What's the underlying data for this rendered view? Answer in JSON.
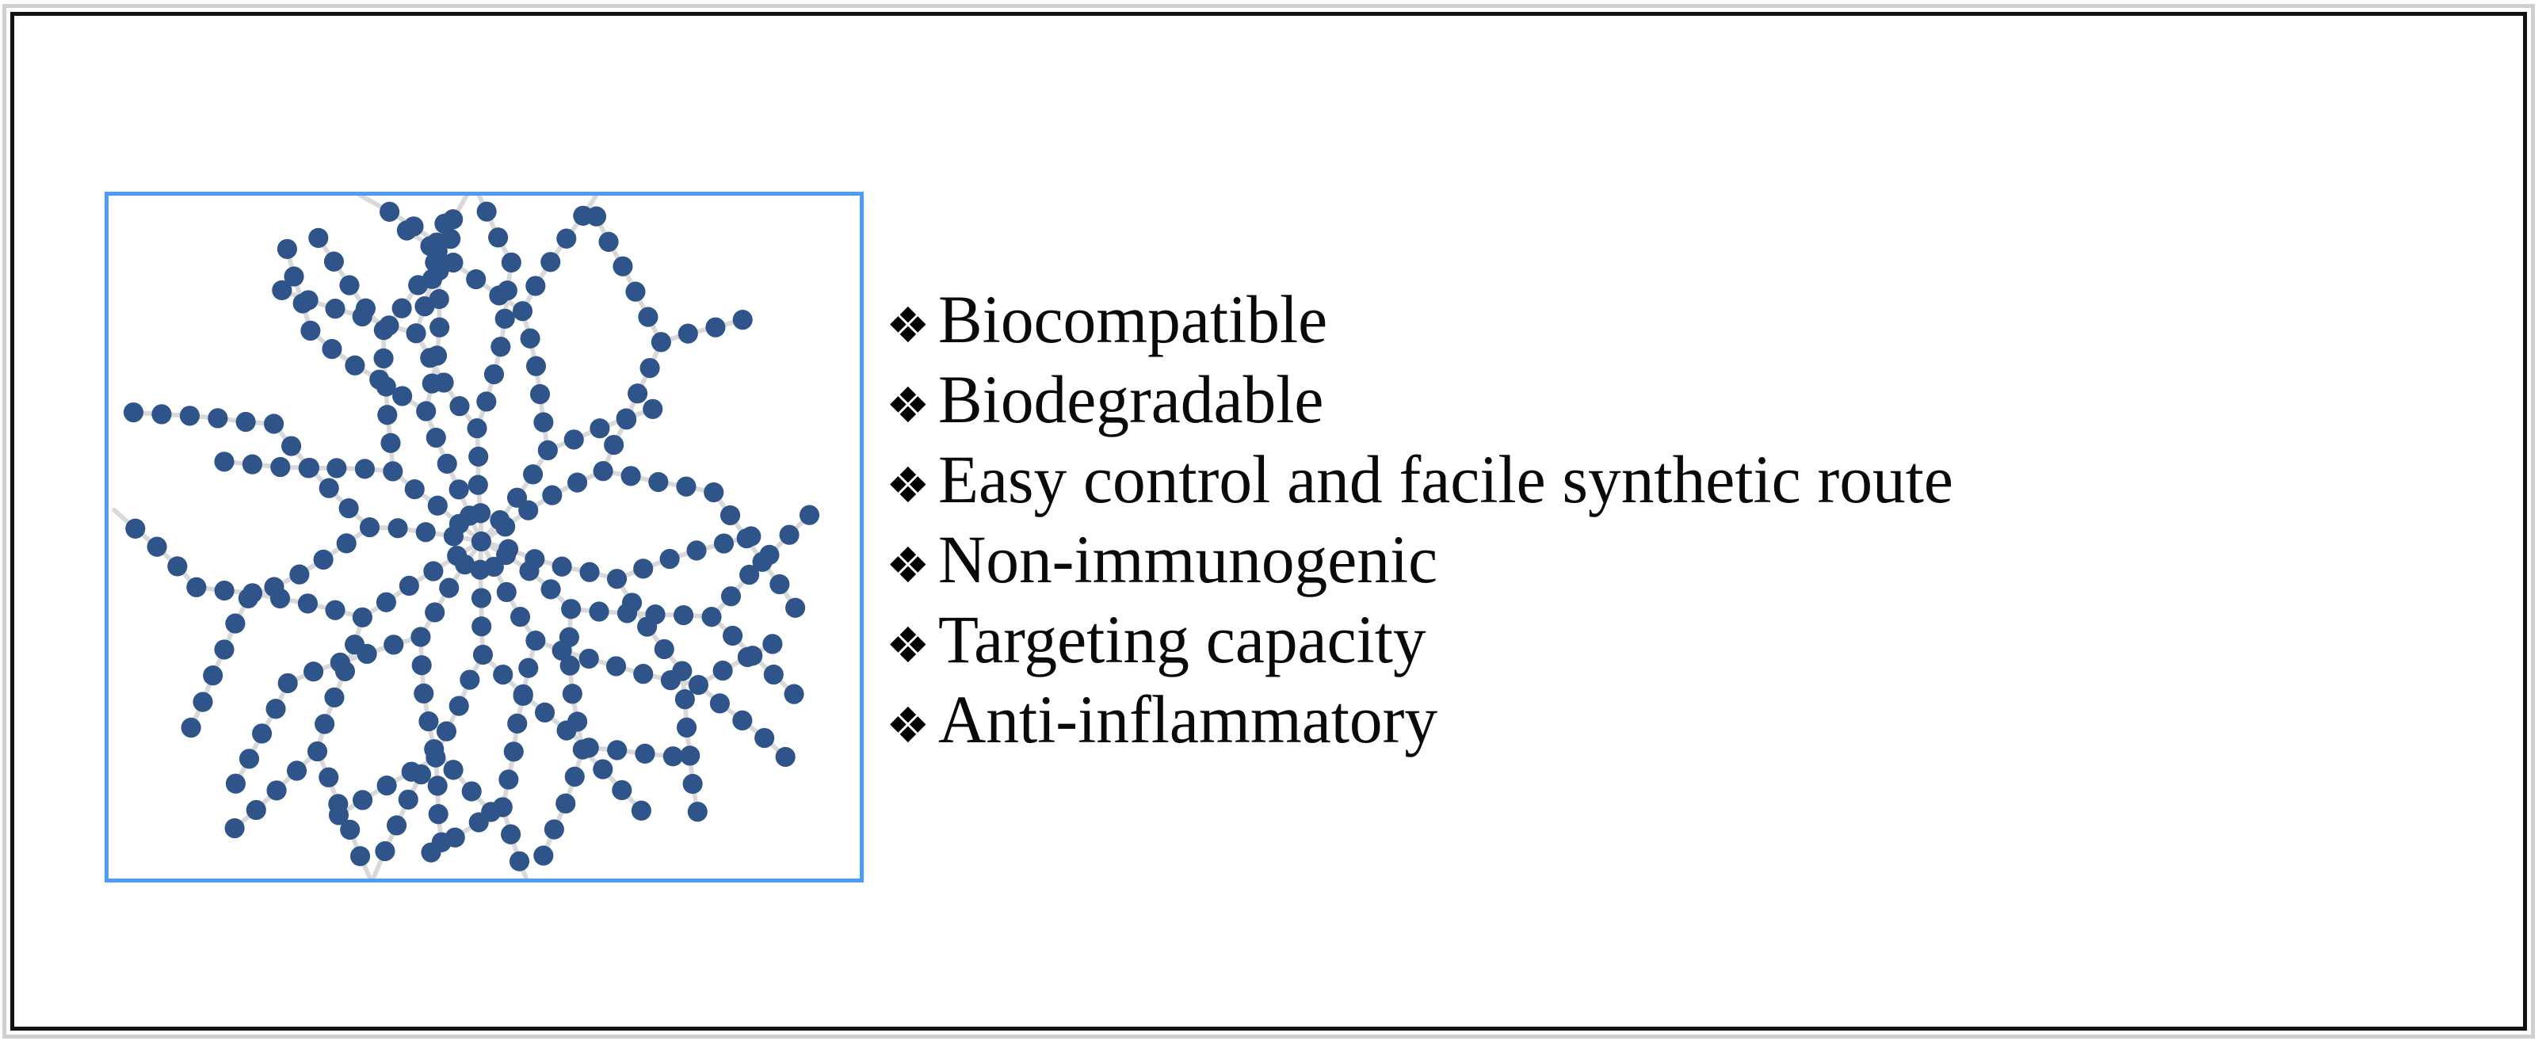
{
  "slide": {
    "background_color": "#ffffff",
    "frame_border_color": "#121212",
    "frame_shadow_color": "#cfcfcf"
  },
  "illustration": {
    "name": "dendrimer-polymer-schematic",
    "border_color": "#4d9cf5",
    "node_color": "#2f5489",
    "link_color": "#d9d9d9",
    "node_radius": 13,
    "link_width": 3,
    "description": "Branched dendrimer macromolecule drawn as chains of dark blue beads radiating from a central core"
  },
  "features": {
    "bullet_glyph": "❖",
    "items": [
      {
        "label": "Biocompatible"
      },
      {
        "label": "Biodegradable"
      },
      {
        "label": "Easy control and facile synthetic route"
      },
      {
        "label": "Non-immunogenic"
      },
      {
        "label": "Targeting capacity"
      },
      {
        "label": "Anti-inflammatory"
      }
    ]
  }
}
